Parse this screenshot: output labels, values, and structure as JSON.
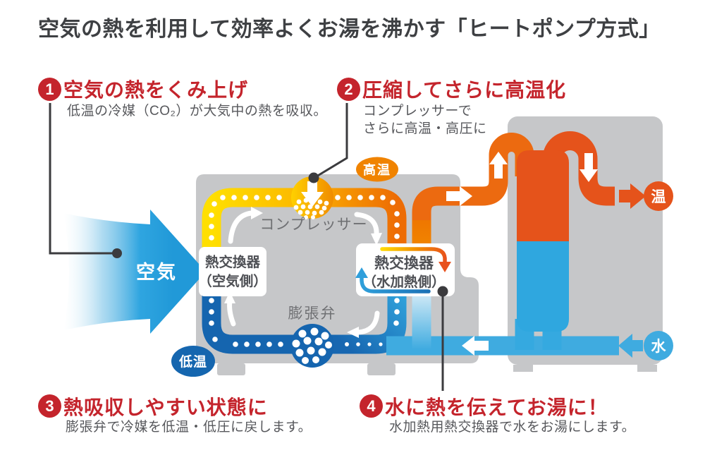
{
  "title": "空気の熱を利用して効率よくお湯を沸かす「ヒートポンプ方式」",
  "steps": [
    {
      "number": "1",
      "heading": "空気の熱をくみ上げ",
      "body_line1": "低温の冷媒（CO₂）が大気中の熱を吸収。",
      "body_line2": ""
    },
    {
      "number": "2",
      "heading": "圧縮してさらに高温化",
      "body_line1": "コンプレッサーで",
      "body_line2": "さらに高温・高圧に"
    },
    {
      "number": "3",
      "heading": "熱吸収しやすい状態に",
      "body_line1": "膨張弁で冷媒を低温・低圧に戻します。",
      "body_line2": ""
    },
    {
      "number": "4",
      "heading": "水に熱を伝えてお湯に！",
      "body_line1": "水加熱用熱交換器で水をお湯にします。",
      "body_line2": ""
    }
  ],
  "diagram": {
    "air_label": "空気",
    "compressor_label": "コンプレッサー",
    "expansion_valve_label": "膨張弁",
    "hx_air_line1": "熱交換器",
    "hx_air_line2": "（空気側）",
    "hx_water_line1": "熱交換器",
    "hx_water_line2": "（水加熱側）",
    "badge_high_temp": "高温",
    "badge_low_temp": "低温",
    "badge_hot_water": "温",
    "badge_cold_water": "水"
  },
  "colors": {
    "accent_red": "#C4242C",
    "title_dark": "#3E4043",
    "body_gray": "#57585C",
    "unit_gray": "#C6C7C9",
    "pipe_yellow": "#FFDC00",
    "pipe_orange": "#EE7200",
    "hot_orange": "#E5531B",
    "deep_blue": "#1565AF",
    "light_blue": "#3FABE0",
    "air_blue": "#2FA5E0"
  }
}
